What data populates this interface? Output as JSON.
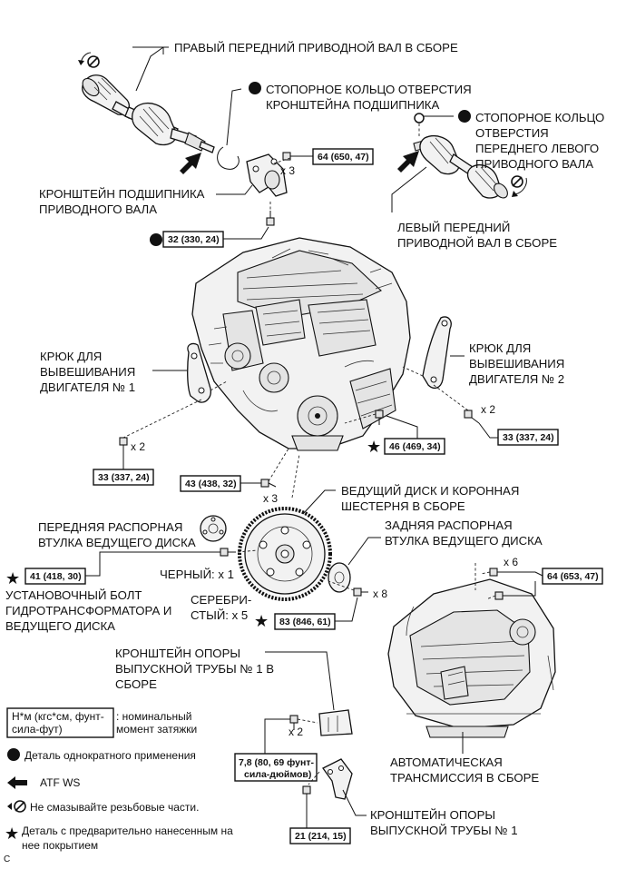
{
  "labels": {
    "right_shaft_1": "ПРАВЫЙ ПЕРЕДНИЙ ПРИВОДНОЙ ВАЛ В СБОРЕ",
    "snap_ring_bearing_1": "СТОПОРНОЕ КОЛЬЦО ОТВЕРСТИЯ",
    "snap_ring_bearing_2": "КРОНШТЕЙНА ПОДШИПНИКА",
    "snap_ring_left_1": "СТОПОРНОЕ КОЛЬЦО",
    "snap_ring_left_2": "ОТВЕРСТИЯ",
    "snap_ring_left_3": "ПЕРЕДНЕГО ЛЕВОГО",
    "snap_ring_left_4": "ПРИВОДНОГО ВАЛА",
    "bearing_bracket_1": "КРОНШТЕЙН ПОДШИПНИКА",
    "bearing_bracket_2": "ПРИВОДНОГО ВАЛА",
    "left_shaft_1": "ЛЕВЫЙ ПЕРЕДНИЙ",
    "left_shaft_2": "ПРИВОДНОЙ ВАЛ В СБОРЕ",
    "hook1_1": "КРЮК ДЛЯ",
    "hook1_2": "ВЫВЕШИВАНИЯ",
    "hook1_3": "ДВИГАТЕЛЯ № 1",
    "hook2_1": "КРЮК ДЛЯ",
    "hook2_2": "ВЫВЕШИВАНИЯ",
    "hook2_3": "ДВИГАТЕЛЯ № 2",
    "drive_plate_1": "ВЕДУЩИЙ ДИСК И КОРОННАЯ",
    "drive_plate_2": "ШЕСТЕРНЯ В СБОРЕ",
    "front_spacer_1": "ПЕРЕДНЯЯ РАСПОРНАЯ",
    "front_spacer_2": "ВТУЛКА ВЕДУЩЕГО ДИСКА",
    "rear_spacer_1": "ЗАДНЯЯ РАСПОРНАЯ",
    "rear_spacer_2": "ВТУЛКА ВЕДУЩЕГО ДИСКА",
    "black": "ЧЕРНЫЙ: x 1",
    "silver_1": "СЕРЕБРИ-",
    "silver_2": "СТЫЙ: x 5",
    "set_bolt_1": "УСТАНОВОЧНЫЙ БОЛТ",
    "set_bolt_2": "ГИДРОТРАНСФОРМАТОРА И",
    "set_bolt_3": "ВЕДУЩЕГО ДИСКА",
    "exhaust_bracket1_1": "КРОНШТЕЙН ОПОРЫ",
    "exhaust_bracket1_2": "ВЫПУСКНОЙ ТРУБЫ № 1 В",
    "exhaust_bracket1_3": "СБОРЕ",
    "exhaust_bracket2_1": "КРОНШТЕЙН ОПОРЫ",
    "exhaust_bracket2_2": "ВЫПУСКНОЙ ТРУБЫ № 1",
    "transmission_1": "АВТОМАТИЧЕСКАЯ",
    "transmission_2": "ТРАНСМИССИЯ В СБОРЕ",
    "corner": "C"
  },
  "quantities": {
    "q_64_top": "x 3",
    "q_hook2": "x 2",
    "q_hook1": "x 2",
    "q_43": "x 3",
    "q_6": "x 6",
    "q_8": "x 8",
    "q_exhaust": "x 2"
  },
  "torques": {
    "t64a": "64 (650, 47)",
    "t32": "32 (330, 24)",
    "t33_right": "33 (337, 24)",
    "t46": "46 (469, 34)",
    "t33_left": "33 (337, 24)",
    "t43": "43 (438, 32)",
    "t41": "41 (418, 30)",
    "t64b": "64 (653, 47)",
    "t83": "83 (846, 61)",
    "t78_1": "7,8 (80, 69 фунт-",
    "t78_2": "сила-дюймов)",
    "t21": "21 (214, 15)"
  },
  "legend": {
    "torque_box_1": "Н*м (кгс*см, фунт-",
    "torque_box_2": "сила-фут)",
    "torque_desc_1": ": номинальный",
    "torque_desc_2": "момент затяжки",
    "non_reusable": "Деталь однократного применения",
    "atf": "ATF WS",
    "no_lube": "Не смазывайте резьбовые части.",
    "precoated_1": "Деталь с предварительно нанесенным на",
    "precoated_2": "нее покрытием"
  }
}
